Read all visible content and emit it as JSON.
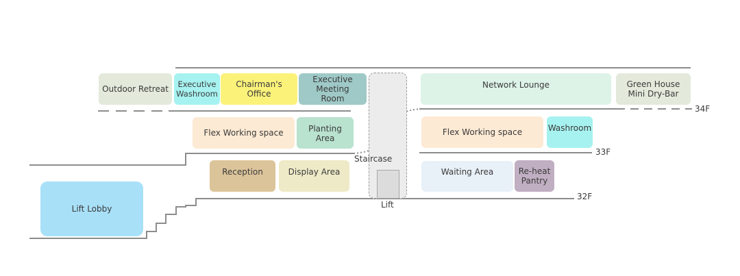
{
  "floors": {
    "f34": "34F",
    "f33": "33F",
    "f32": "32F"
  },
  "rooms": {
    "outdoor_retreat": "Outdoor Retreat",
    "exec_washroom": "Executive Washroom",
    "chairmans_office": "Chairman's Office",
    "exec_meeting_room": "Executive Meeting Room",
    "network_lounge": "Network Lounge",
    "green_house": "Green House Mini Dry-Bar",
    "flex_left": "Flex Working space",
    "planting_area": "Planting Area",
    "flex_right": "Flex Working space",
    "washroom": "Washroom",
    "reception": "Reception",
    "display_area": "Display Area",
    "waiting_area": "Waiting Area",
    "reheat_pantry": "Re-heat Pantry",
    "lift_lobby": "Lift Lobby"
  },
  "labels": {
    "staircase": "Staircase",
    "lift": "Lift"
  },
  "colors": {
    "outdoor_retreat": "#e3eadb",
    "exec_washroom": "#a6f2f0",
    "chairmans_office": "#fbf27a",
    "exec_meeting_room": "#9fc9c7",
    "network_lounge": "#ddf3e8",
    "green_house": "#e3eadb",
    "flex": "#fdead4",
    "planting_area": "#b9e2cf",
    "washroom": "#a6f2f0",
    "reception": "#dcc49a",
    "display_area": "#eeeac7",
    "waiting_area": "#e8f0f8",
    "reheat_pantry": "#c0aec2",
    "lift_lobby": "#a8e0f8"
  }
}
